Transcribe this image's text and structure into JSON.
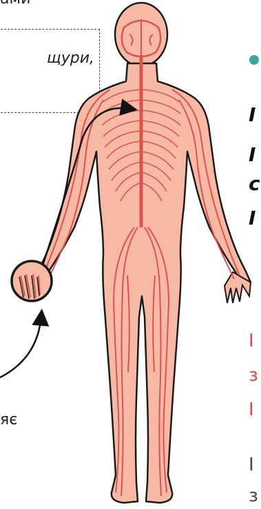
{
  "labels": {
    "top_left_text": "ами",
    "italic_text": "щури,",
    "bottom_left_text": "яє"
  },
  "right_edge_fragments": {
    "bold_letters": [
      "I",
      "I",
      "c",
      "I"
    ],
    "red_letters": [
      "I",
      "з",
      "I"
    ],
    "gray_letters": [
      "I",
      "з"
    ]
  },
  "colors": {
    "skin": "#f7b8a4",
    "outline": "#1a1a1a",
    "nerves": "#d9534f",
    "accent_dot": "#3aa79a",
    "red_text": "#e0454a"
  },
  "icons": {
    "figure": "human-nervous-system-figure",
    "magnifier": "hand-magnifier-circle"
  }
}
